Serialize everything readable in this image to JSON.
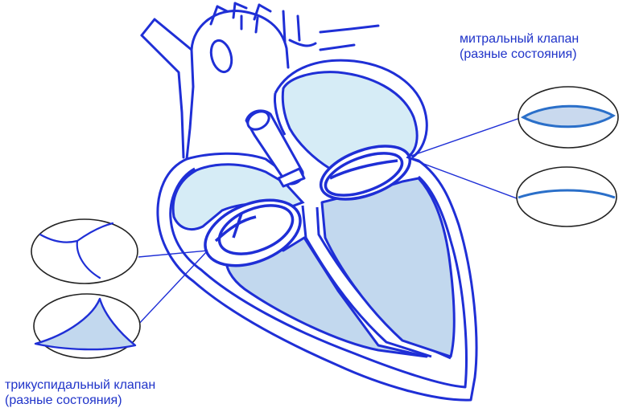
{
  "labels": {
    "mitral": {
      "line1": "митральный клапан",
      "line2": "(разные состояния)"
    },
    "tricuspid": {
      "line1": "трикуспидальный клапан",
      "line2": "(разные состояния)"
    }
  },
  "colors": {
    "outline": "#1f2fd6",
    "chamber_fill": "#d6ecf6",
    "ventricle_fill": "#c2d8ee",
    "inset_outline": "#222222",
    "mitral_inset_line": "#2a6fc9",
    "text": "#1f33c9"
  }
}
